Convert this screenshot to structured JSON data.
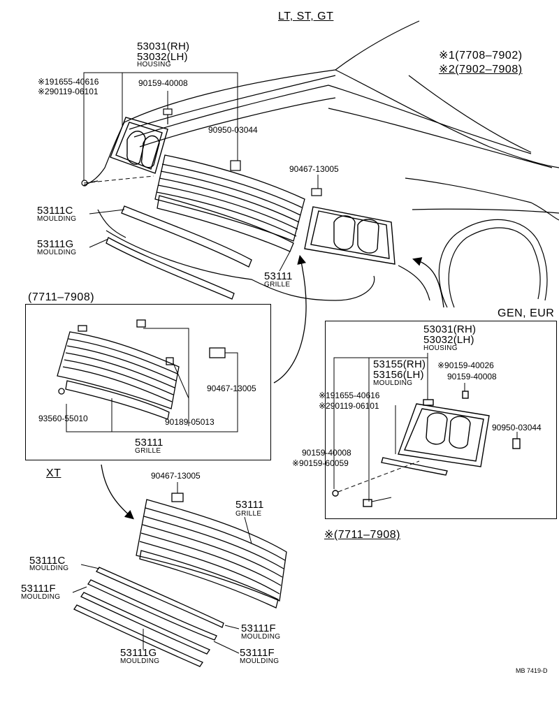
{
  "headers": {
    "main": "LT, ST, GT",
    "inset_range": "(7711–7908)",
    "xt": "XT",
    "gen_eur": "GEN, EUR",
    "eur_range": "※(7711–7908)"
  },
  "legend": {
    "note1": "※1(7708–7902)",
    "note2": "※2(7902–7908)"
  },
  "top_section": {
    "housing_rh": "53031(RH)",
    "housing_lh": "53032(LH)",
    "housing_name": "HOUSING",
    "screw1": "※191655-40616",
    "screw2": "※290119-06101",
    "bolt": "90159-40008",
    "nut": "90950-03044",
    "clip": "90467-13005",
    "moulding_c": "53111C",
    "moulding_c_name": "MOULDING",
    "moulding_g": "53111G",
    "moulding_g_name": "MOULDING",
    "grille": "53111",
    "grille_name": "GRILLE"
  },
  "inset_section": {
    "clip": "90467-13005",
    "screw": "93560-55010",
    "nut": "90189-05013",
    "grille": "53111",
    "grille_name": "GRILLE"
  },
  "xt_section": {
    "clip": "90467-13005",
    "grille": "53111",
    "grille_name": "GRILLE",
    "moulding_c": "53111C",
    "moulding_c_name": "MOULDING",
    "moulding_f_left": "53111F",
    "moulding_f_left_name": "MOULDING",
    "moulding_f_r1": "53111F",
    "moulding_f_r1_name": "MOULDING",
    "moulding_f_r2": "53111F",
    "moulding_f_r2_name": "MOULDING",
    "moulding_g": "53111G",
    "moulding_g_name": "MOULDING"
  },
  "eur_section": {
    "housing_rh": "53031(RH)",
    "housing_lh": "53032(LH)",
    "housing_name": "HOUSING",
    "moulding_rh": "53155(RH)",
    "moulding_lh": "53156(LH)",
    "moulding_name": "MOULDING",
    "bolt_a": "※90159-40026",
    "bolt_b": "90159-40008",
    "screw1": "※191655-40616",
    "screw2": "※290119-06101",
    "nut": "90950-03044",
    "bolt_c": "90159-40008",
    "bolt_d": "※90159-60059"
  },
  "footer": {
    "code": "MB 7419-D"
  }
}
